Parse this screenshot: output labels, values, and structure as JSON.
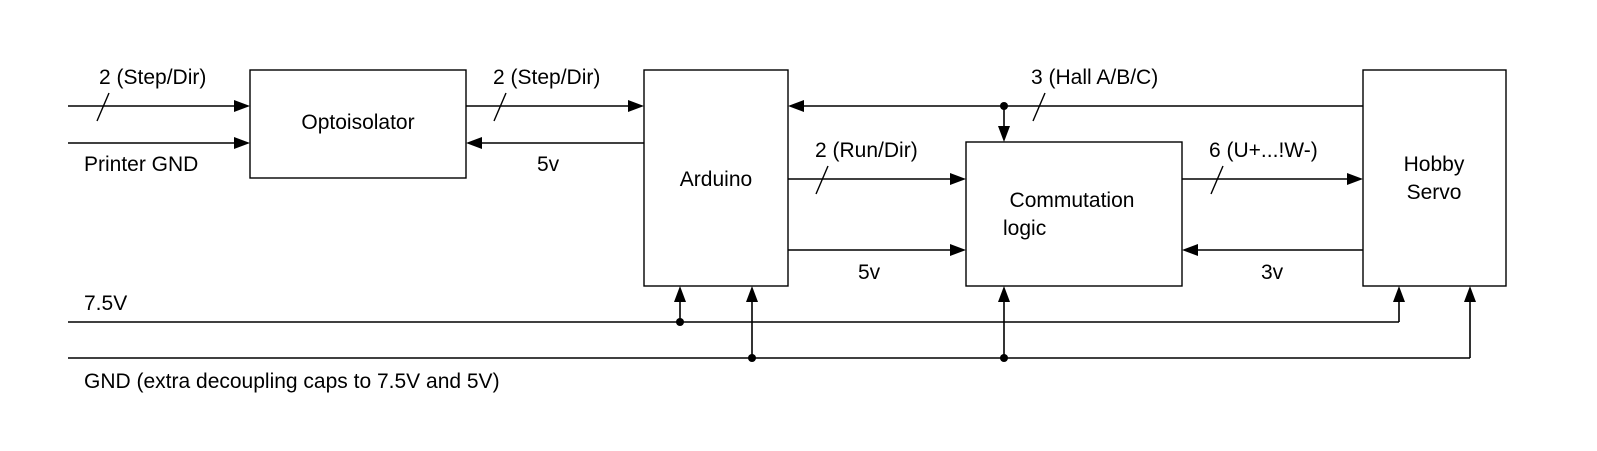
{
  "blocks": {
    "optoisolator": "Optoisolator",
    "arduino": "Arduino",
    "commutation_line1": "Commutation",
    "commutation_line2": "logic",
    "servo_line1": "Hobby",
    "servo_line2": "Servo"
  },
  "signals": {
    "input_step_dir": "2 (Step/Dir)",
    "printer_gnd": "Printer GND",
    "opto_to_arduino": "2 (Step/Dir)",
    "opto_5v": "5v",
    "hall": "3 (Hall A/B/C)",
    "run_dir": "2 (Run/Dir)",
    "arduino_5v": "5v",
    "phases": "6 (U+...!W-)",
    "servo_3v": "3v",
    "power_rail": "7.5V",
    "gnd_rail": "GND (extra decoupling caps to 7.5V and 5V)"
  }
}
